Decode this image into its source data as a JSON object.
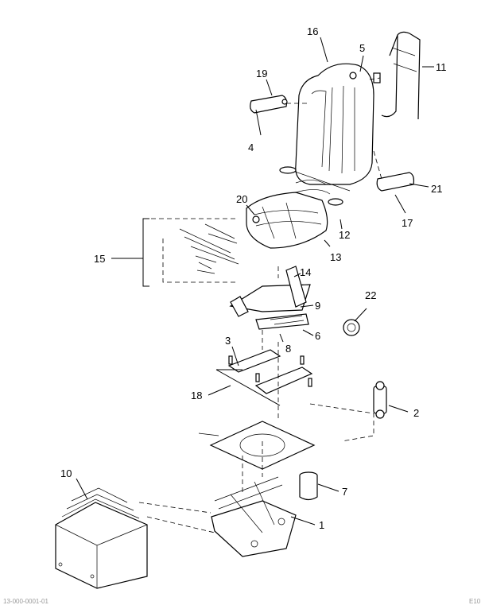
{
  "callouts": [
    {
      "id": "c1",
      "text": "1"
    },
    {
      "id": "c2",
      "text": "2"
    },
    {
      "id": "c3",
      "text": "3"
    },
    {
      "id": "c4",
      "text": "4"
    },
    {
      "id": "c5",
      "text": "5"
    },
    {
      "id": "c6",
      "text": "6"
    },
    {
      "id": "c7",
      "text": "7"
    },
    {
      "id": "c8",
      "text": "8"
    },
    {
      "id": "c9",
      "text": "9"
    },
    {
      "id": "c10",
      "text": "10"
    },
    {
      "id": "c11",
      "text": "11"
    },
    {
      "id": "c12",
      "text": "12"
    },
    {
      "id": "c13",
      "text": "13"
    },
    {
      "id": "c14",
      "text": "14"
    },
    {
      "id": "c15",
      "text": "15"
    },
    {
      "id": "c16",
      "text": "16"
    },
    {
      "id": "c17",
      "text": "17"
    },
    {
      "id": "c18",
      "text": "18"
    },
    {
      "id": "c19",
      "text": "19"
    },
    {
      "id": "c20",
      "text": "20"
    },
    {
      "id": "c21",
      "text": "21"
    },
    {
      "id": "c22",
      "text": "22"
    }
  ],
  "footer": {
    "left": "13-000-0001-01",
    "right": "E10"
  }
}
